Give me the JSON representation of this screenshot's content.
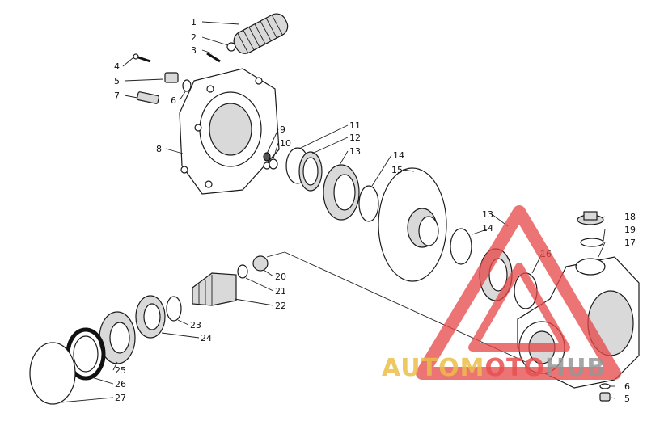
{
  "diagram": {
    "callouts": [
      {
        "id": "c1",
        "text": "1"
      },
      {
        "id": "c2",
        "text": "2"
      },
      {
        "id": "c3",
        "text": "3"
      },
      {
        "id": "c4",
        "text": "4"
      },
      {
        "id": "c5",
        "text": "5"
      },
      {
        "id": "c6",
        "text": "6"
      },
      {
        "id": "c7",
        "text": "7"
      },
      {
        "id": "c8",
        "text": "8"
      },
      {
        "id": "c9",
        "text": "9"
      },
      {
        "id": "c10",
        "text": "10"
      },
      {
        "id": "c11",
        "text": "11"
      },
      {
        "id": "c12",
        "text": "12"
      },
      {
        "id": "c13",
        "text": "13"
      },
      {
        "id": "c14",
        "text": "14"
      },
      {
        "id": "c15",
        "text": "15"
      },
      {
        "id": "c13b",
        "text": "13"
      },
      {
        "id": "c14b",
        "text": "14"
      },
      {
        "id": "c16",
        "text": "16"
      },
      {
        "id": "c18",
        "text": "18"
      },
      {
        "id": "c19",
        "text": "19"
      },
      {
        "id": "c17",
        "text": "17"
      },
      {
        "id": "c20",
        "text": "20"
      },
      {
        "id": "c21",
        "text": "21"
      },
      {
        "id": "c22",
        "text": "22"
      },
      {
        "id": "c23",
        "text": "23"
      },
      {
        "id": "c24",
        "text": "24"
      },
      {
        "id": "c25",
        "text": "25"
      },
      {
        "id": "c26",
        "text": "26"
      },
      {
        "id": "c27",
        "text": "27"
      },
      {
        "id": "c6b",
        "text": "6"
      },
      {
        "id": "c5b",
        "text": "5"
      }
    ]
  },
  "watermark": {
    "part_a": "AUTOM",
    "part_b": "OTO",
    "part_c": "HUB",
    "colors": {
      "a": "#ebbe46",
      "b": "#e65050",
      "c": "#969696",
      "triangle": "#e64646"
    }
  }
}
